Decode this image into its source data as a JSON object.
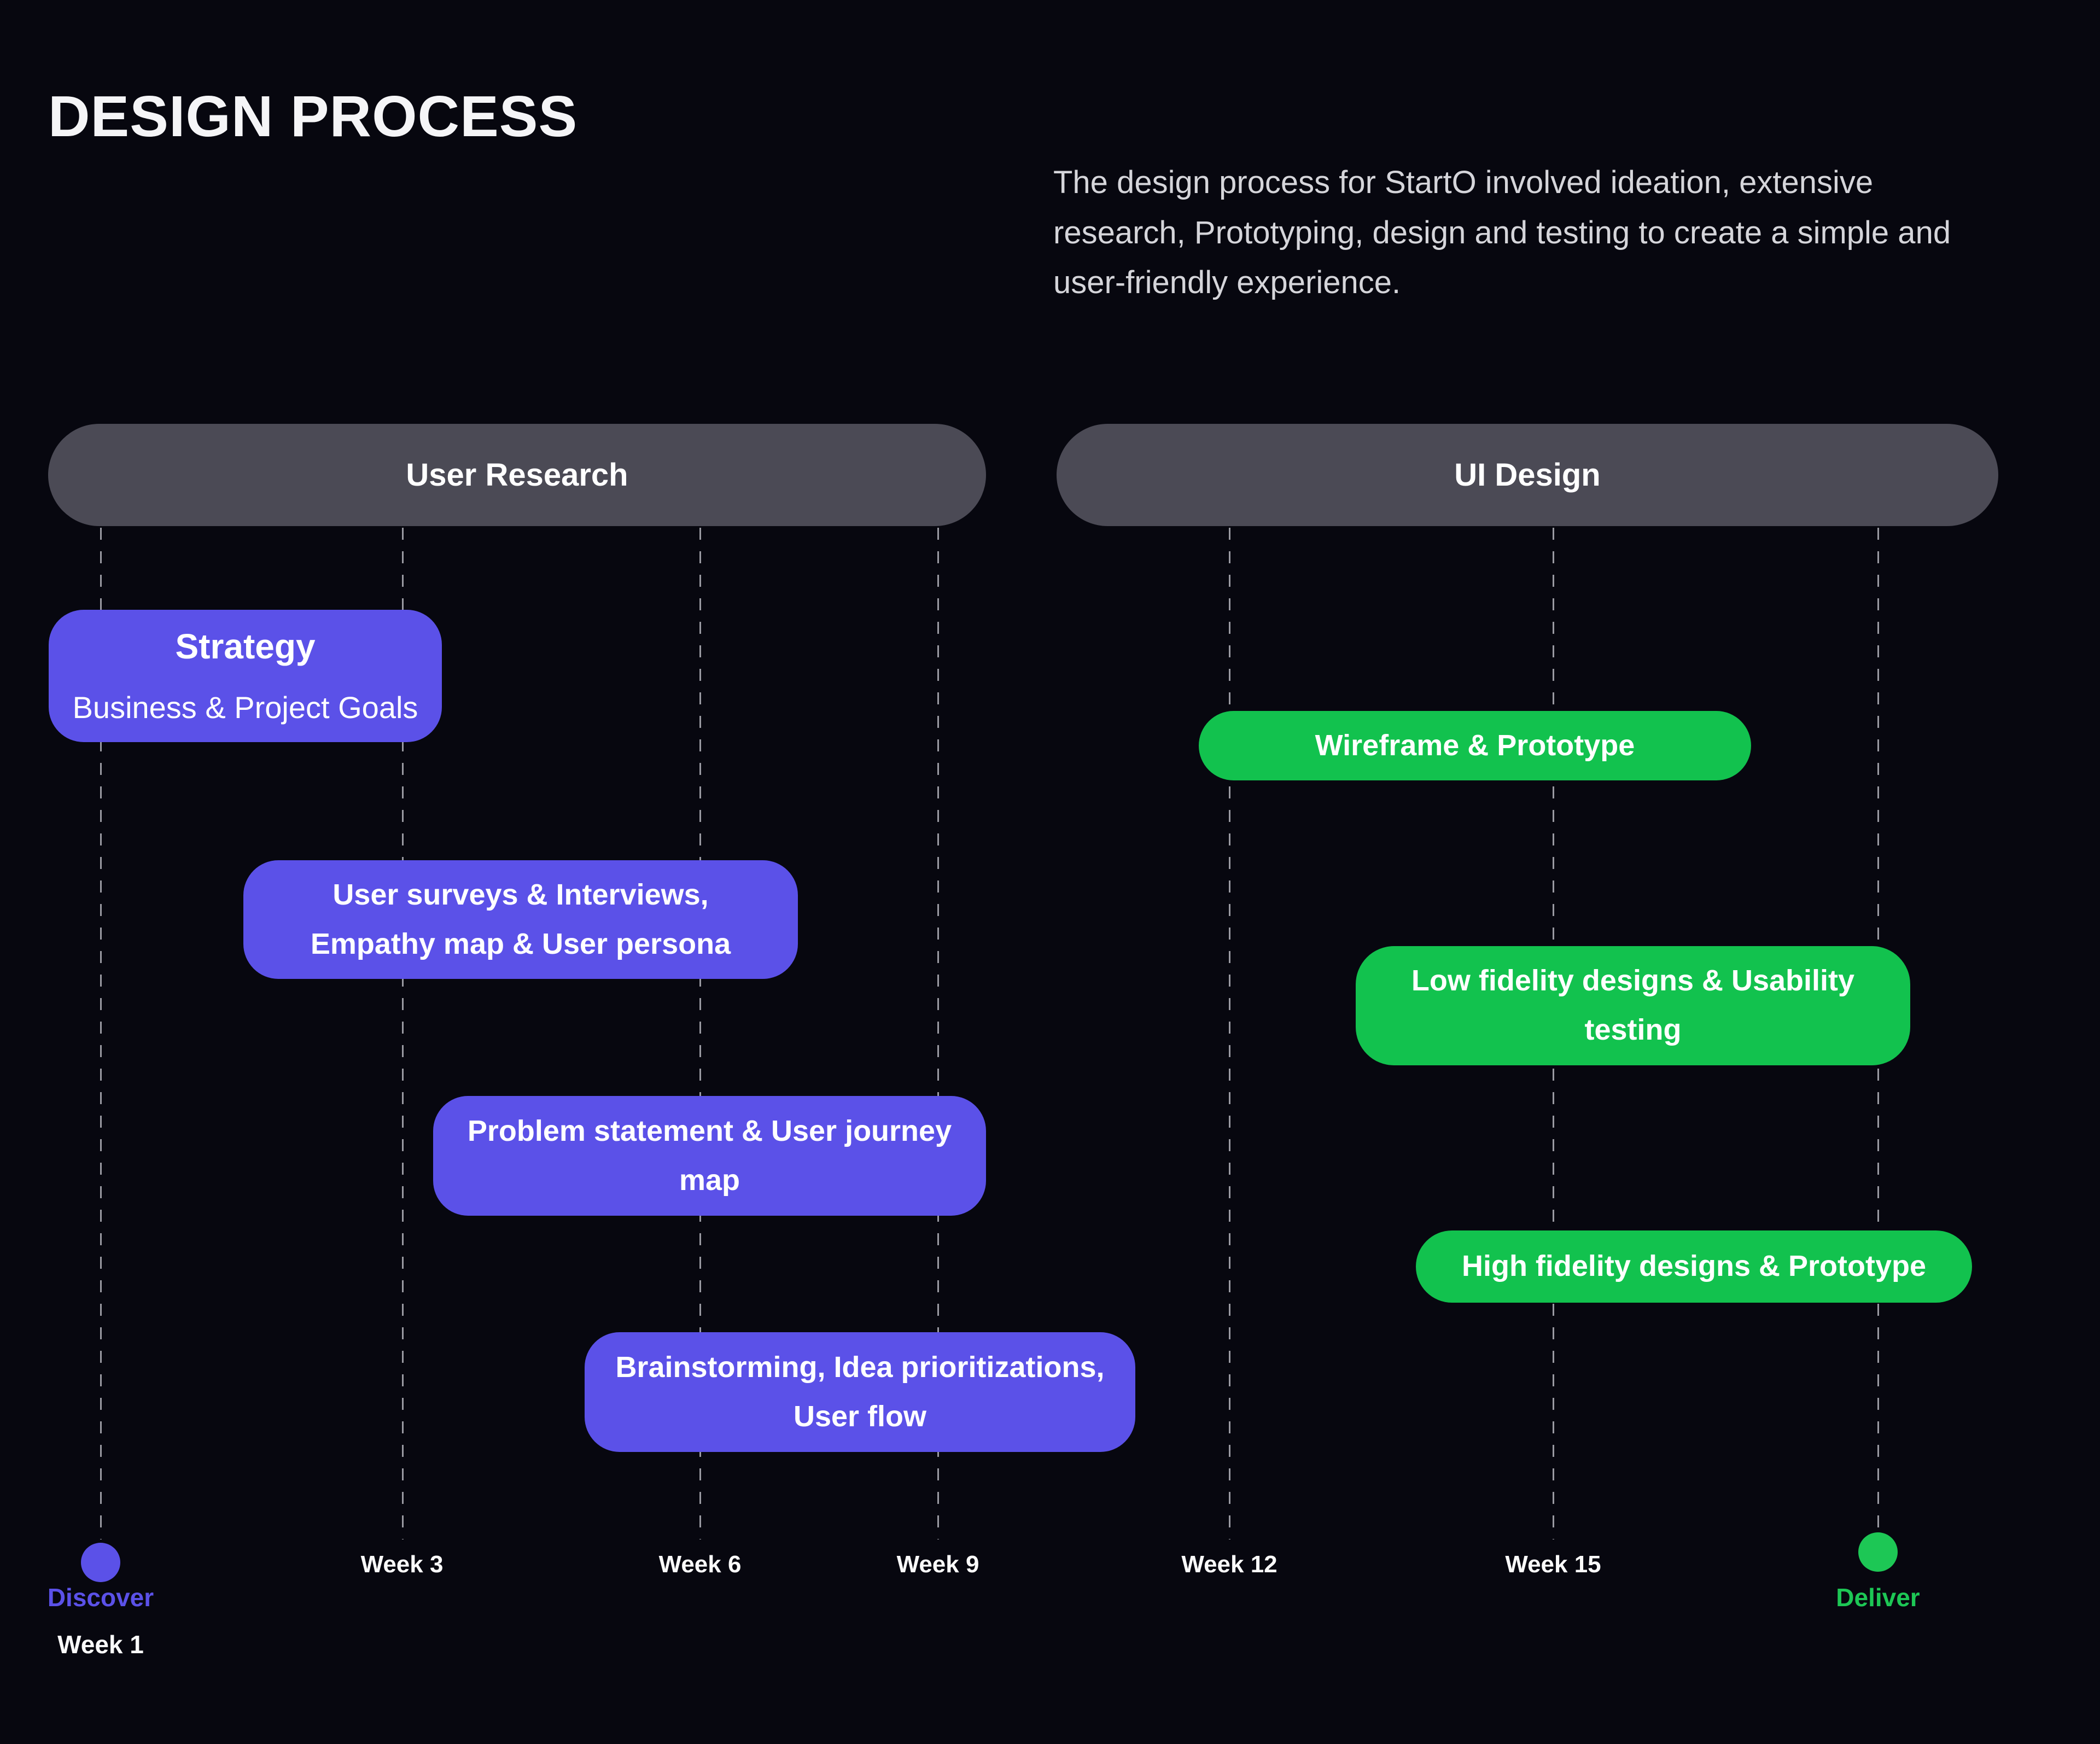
{
  "header": {
    "title": "DESIGN PROCESS",
    "description": "The design process for StartO involved ideation, extensive research, Prototyping, design and testing to create a simple and user-friendly experience."
  },
  "sections": [
    {
      "label": "User Research"
    },
    {
      "label": "UI Design"
    }
  ],
  "tasks": [
    {
      "name": "strategy",
      "section": "User Research",
      "heading": "Strategy",
      "subtitle": "Business & Project Goals"
    },
    {
      "name": "user-surveys",
      "section": "User Research",
      "lines": [
        "User surveys & Interviews,",
        "Empathy map & User persona"
      ]
    },
    {
      "name": "problem-statement",
      "section": "User Research",
      "lines": [
        "Problem statement & User journey",
        "map"
      ]
    },
    {
      "name": "brainstorming",
      "section": "User Research",
      "lines": [
        "Brainstorming, Idea prioritizations,",
        "User flow"
      ]
    },
    {
      "name": "wireframe-prototype",
      "section": "UI Design",
      "lines": [
        "Wireframe & Prototype"
      ]
    },
    {
      "name": "low-fidelity",
      "section": "UI Design",
      "lines": [
        "Low fidelity designs & Usability",
        "testing"
      ]
    },
    {
      "name": "high-fidelity",
      "section": "UI Design",
      "lines": [
        "High fidelity designs & Prototype"
      ]
    }
  ],
  "timeline": {
    "week_labels": [
      "Week 1",
      "Week 3",
      "Week 6",
      "Week 9",
      "Week 12",
      "Week 15"
    ],
    "milestones": [
      {
        "label": "Discover",
        "color": "#5b51e8"
      },
      {
        "label": "Deliver",
        "color": "#1dc755"
      }
    ]
  },
  "palette": {
    "background": "#07070f",
    "purple": "#5b51e8",
    "green": "#12c24e",
    "header_pill": "#4b4a55",
    "dash": "#9a9aa2",
    "text_primary": "#f5f5f7",
    "text_secondary": "#d5d5da"
  }
}
